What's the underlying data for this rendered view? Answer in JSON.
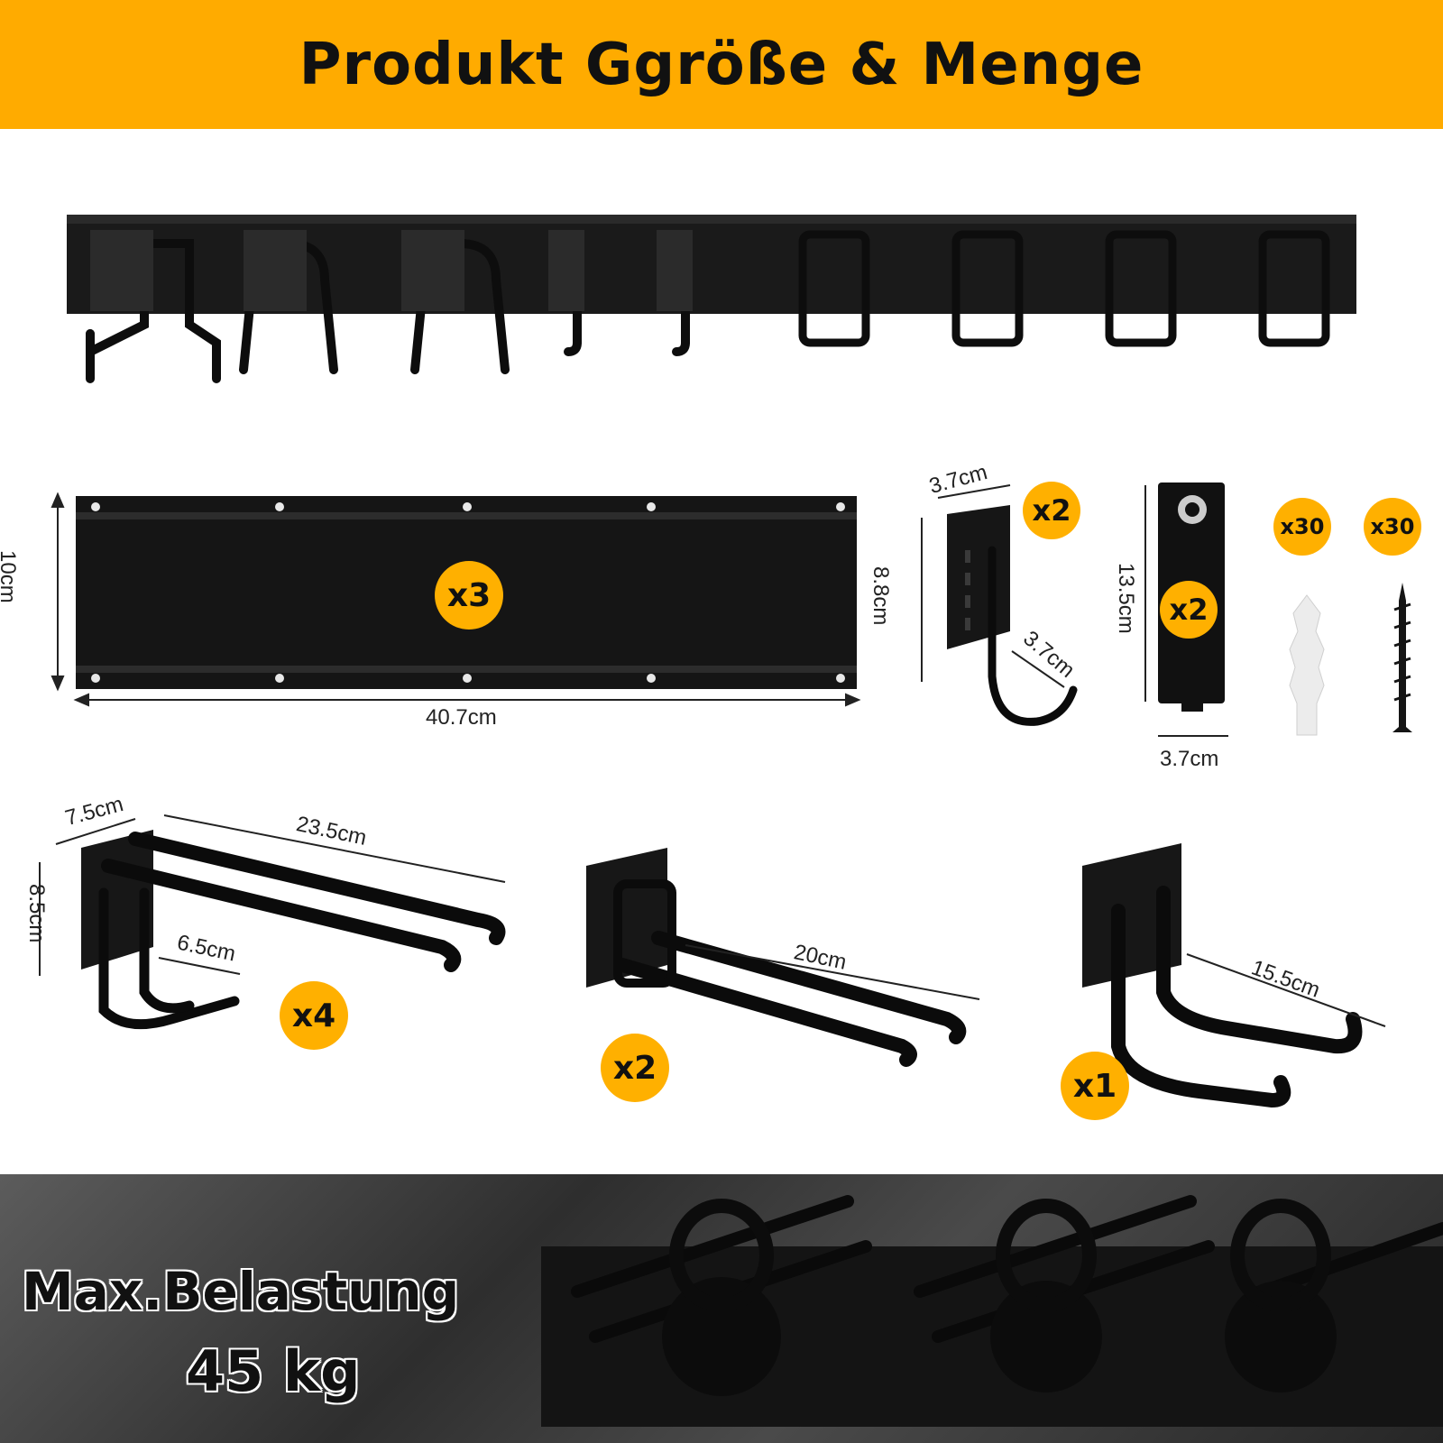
{
  "header": {
    "title": "Produkt Ggröße & Menge"
  },
  "rail": {
    "length": "40.7cm",
    "height": "10cm",
    "quantity": "x3"
  },
  "small_hook": {
    "width": "3.7cm",
    "height": "8.8cm",
    "depth": "3.7cm",
    "quantity": "x2"
  },
  "strap": {
    "length": "13.5cm",
    "width": "3.7cm",
    "quantity": "x2"
  },
  "anchor": {
    "quantity": "x30"
  },
  "screw": {
    "quantity": "x30"
  },
  "double_hook_large": {
    "width": "7.5cm",
    "length": "23.5cm",
    "height": "8.5cm",
    "inner": "6.5cm",
    "quantity": "x4"
  },
  "double_hook_medium": {
    "length": "20cm",
    "quantity": "x2"
  },
  "u_hook": {
    "length": "15.5cm",
    "quantity": "x1"
  },
  "load": {
    "label": "Max.Belastung",
    "value": "45 kg"
  },
  "colors": {
    "accent": "#ffab00",
    "product": "#111111",
    "background": "#ffffff"
  }
}
